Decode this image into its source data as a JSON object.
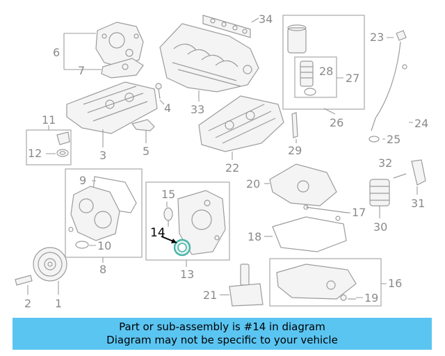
{
  "callouts": {
    "c1": "1",
    "c2": "2",
    "c3": "3",
    "c4": "4",
    "c5": "5",
    "c6": "6",
    "c7": "7",
    "c8": "8",
    "c9": "9",
    "c10": "10",
    "c11": "11",
    "c12": "12",
    "c13": "13",
    "c14": "14",
    "c15": "15",
    "c16": "16",
    "c17": "17",
    "c18": "18",
    "c19": "19",
    "c20": "20",
    "c21": "21",
    "c22": "22",
    "c23": "23",
    "c24": "24",
    "c25": "25",
    "c26": "26",
    "c27": "27",
    "c28": "28",
    "c29": "29",
    "c30": "30",
    "c31": "31",
    "c32": "32",
    "c33": "33",
    "c34": "34"
  },
  "highlight": {
    "part_number": "14",
    "color": "#4ab3a8"
  },
  "banner": {
    "line1": "Part or sub-assembly is #14 in diagram",
    "line2": "Diagram may not be specific to your vehicle",
    "background": "#5bc5f2"
  }
}
